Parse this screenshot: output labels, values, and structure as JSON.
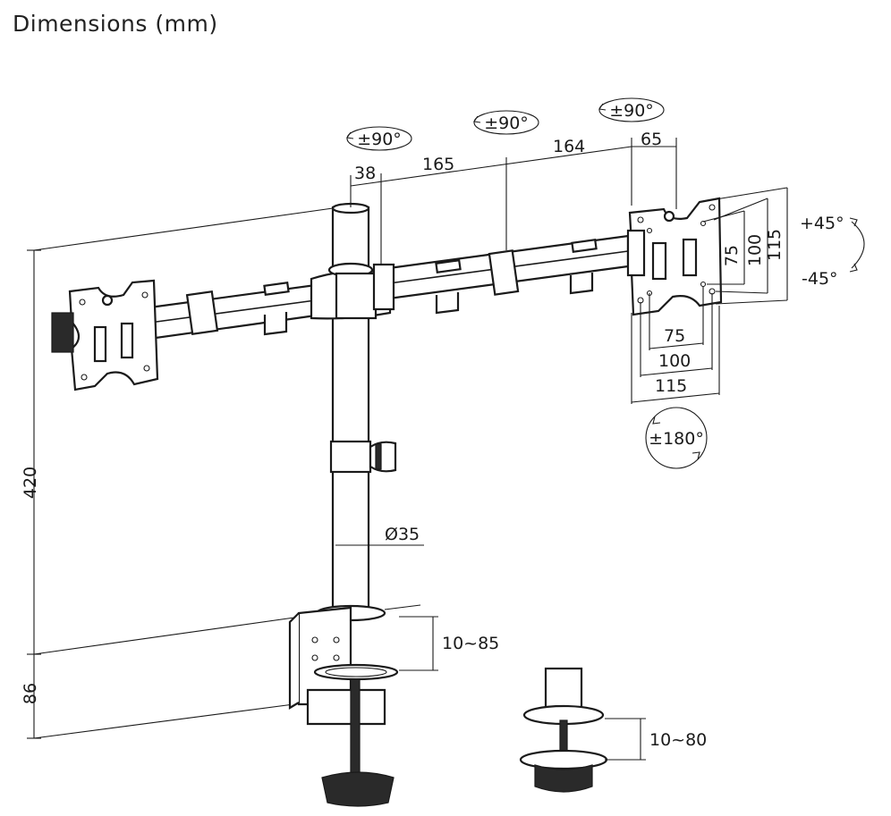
{
  "title": "Dimensions (mm)",
  "rotation_arm": "±90°",
  "rotation_head": "±180°",
  "tilt_up": "+45°",
  "tilt_down": "-45°",
  "dims": {
    "post_offset": "38",
    "arm_seg1": "165",
    "arm_seg2": "164",
    "head_depth": "65",
    "height": "420",
    "desk": "86",
    "pole_diameter": "Ø35",
    "clamp_range": "10~85",
    "grommet_range": "10~80"
  },
  "vesa": {
    "h75": "75",
    "h100": "100",
    "h115": "115",
    "v75": "75",
    "v100": "100",
    "v115": "115"
  }
}
